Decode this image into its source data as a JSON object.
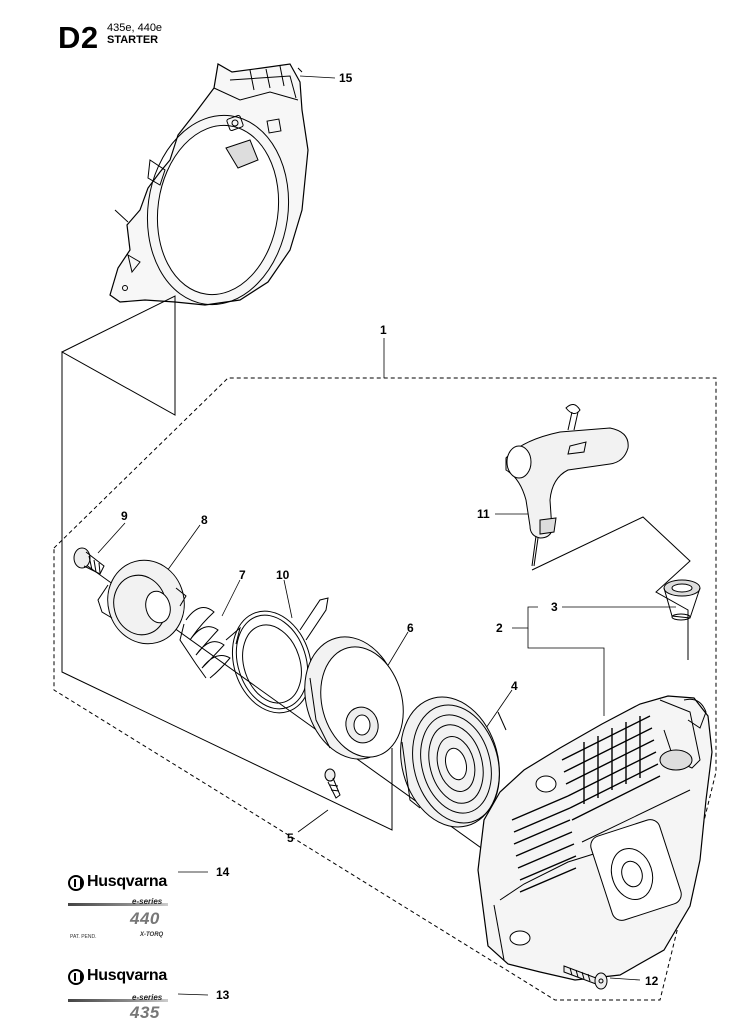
{
  "header": {
    "section_code": "D2",
    "models": "435e, 440e",
    "section_title": "STARTER"
  },
  "callouts": {
    "c1": "1",
    "c2": "2",
    "c3": "3",
    "c4": "4",
    "c5": "5",
    "c6": "6",
    "c7": "7",
    "c8": "8",
    "c9": "9",
    "c10": "10",
    "c11": "11",
    "c12": "12",
    "c13": "13",
    "c14": "14",
    "c15": "15"
  },
  "decals": {
    "decal_440": {
      "brand": "Husqvarna",
      "series": "e-series",
      "model": "440",
      "small_text": "PAT. PEND.",
      "feature": "X-TORQ"
    },
    "decal_435": {
      "brand": "Husqvarna",
      "series": "e-series",
      "model": "435"
    }
  }
}
